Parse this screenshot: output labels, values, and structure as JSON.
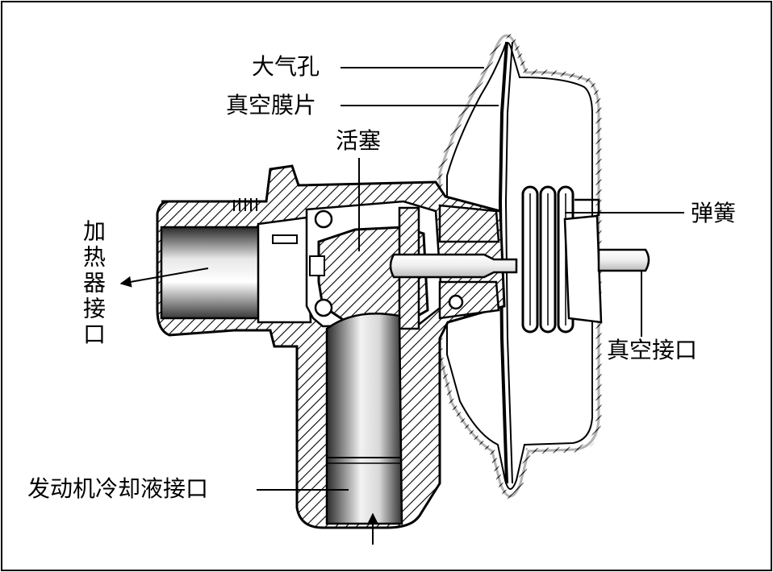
{
  "diagram": {
    "labels": {
      "air_hole": "大气孔",
      "vacuum_diaphragm": "真空膜片",
      "piston": "活塞",
      "spring": "弹簧",
      "heater_port": "加热器接口",
      "vacuum_port": "真空接口",
      "engine_coolant_port": "发动机冷却液接口"
    }
  }
}
